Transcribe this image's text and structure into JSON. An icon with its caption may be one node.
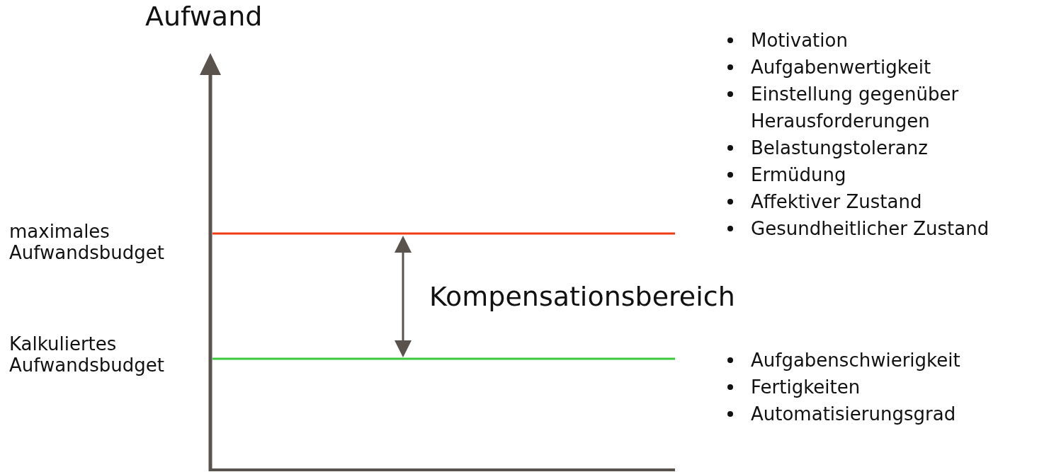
{
  "diagram": {
    "labels": [
      "Aufwand",
      "Motivation",
      "Aufgabenwertigkeit",
      "Einstellung gegenüber Herausforderungen",
      "Belastungstoleranz",
      "Ermüdung",
      "Affektiver Zustand",
      "Gesundheitlicher Zustand",
      "maximales Aufwandsbudget",
      "Kompensationsbereich",
      "Kalkuliertes Aufwandsbudget",
      "Aufgabenschwierigkeit",
      "Fertigkeiten",
      "Automatisierungsgrad"
    ]
  }
}
